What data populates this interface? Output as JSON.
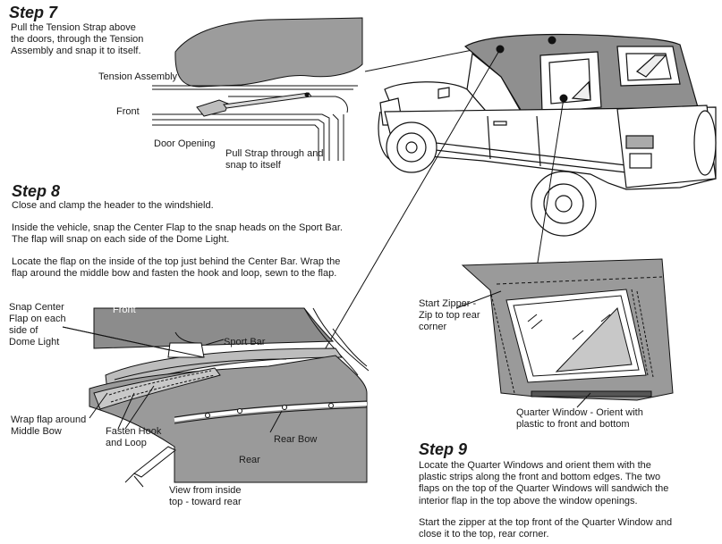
{
  "step7": {
    "title": "Step 7",
    "text": [
      "Pull the Tension Strap above",
      "the doors, through the Tension",
      "Assembly and snap it to itself."
    ],
    "labels": {
      "tension_assembly": "Tension Assembly",
      "front": "Front",
      "door_opening": "Door Opening",
      "pull_strap": [
        "Pull Strap through and",
        "snap to itself"
      ]
    }
  },
  "step8": {
    "title": "Step 8",
    "p1": "Close and clamp the header to the windshield.",
    "p2": [
      "Inside the vehicle, snap the Center Flap to the snap heads on the Sport Bar.",
      "The flap will snap on each side of the Dome Light."
    ],
    "p3": [
      "Locate the flap on the inside of the top just behind the Center Bar. Wrap the",
      "flap around the middle bow and fasten the hook and loop, sewn to the flap."
    ],
    "labels": {
      "snap_center": [
        "Snap Center",
        "Flap on each",
        "side of",
        "Dome Light"
      ],
      "front": "Front",
      "sport_bar": "Sport Bar",
      "wrap_flap": [
        "Wrap flap around",
        "Middle Bow"
      ],
      "fasten": [
        "Fasten Hook",
        "and Loop"
      ],
      "rear_bow": "Rear Bow",
      "rear": "Rear",
      "view_from": [
        "View from inside",
        "top - toward rear"
      ]
    }
  },
  "step9": {
    "title": "Step 9",
    "p1": [
      "Locate the Quarter Windows and orient them with the",
      "plastic strips along the front and bottom edges. The two",
      "flaps on the top of the Quarter Windows will sandwich the",
      "interior flap in the top above the window openings."
    ],
    "p2": [
      "Start the zipper at the top front of the Quarter Window and",
      "close it to the top, rear corner."
    ],
    "labels": {
      "start_zipper": [
        "Start Zipper -",
        "Zip to top rear",
        "corner"
      ],
      "quarter_window": [
        "Quarter Window - Orient with",
        "plastic to front and bottom"
      ]
    }
  }
}
